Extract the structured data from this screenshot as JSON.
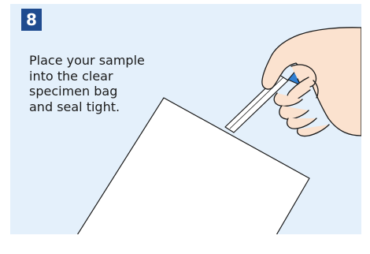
{
  "step": {
    "number": "8"
  },
  "instruction": {
    "line1": "Place your sample",
    "line2": "into the clear",
    "line3": "specimen bag",
    "line4": "and seal tight."
  },
  "colors": {
    "panel_bg": "#e4f0fb",
    "badge_bg": "#1f4b8f",
    "tube_cap": "#2f7fd3",
    "skin": "#fbe2cf",
    "outline": "#1a1a1a"
  },
  "icons": {
    "bag": "specimen-bag-illustration",
    "hand": "hand-illustration",
    "tube": "sample-tube-illustration"
  }
}
